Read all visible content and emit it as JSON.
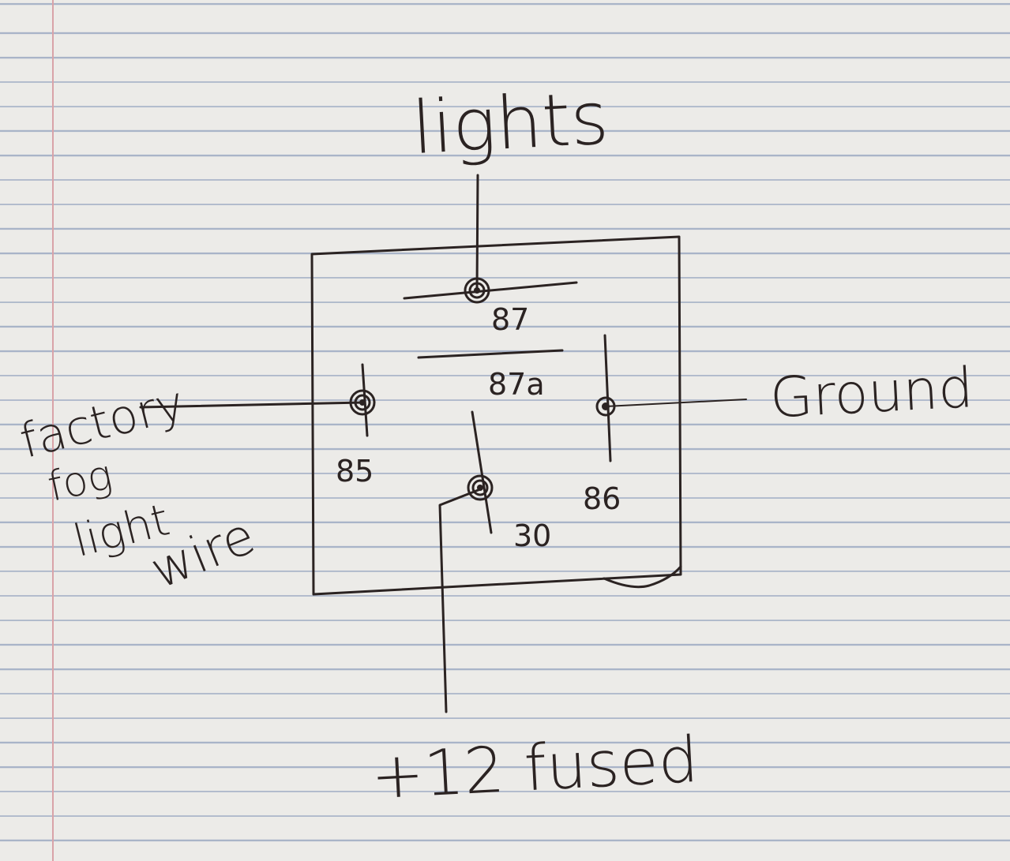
{
  "labels": {
    "lights": "lights",
    "ground": "Ground",
    "fused": "+12 fused",
    "factory_line1": "factory",
    "factory_line2": "fog",
    "factory_line3": "light",
    "factory_line4": "wire"
  },
  "terminals": {
    "t87": "87",
    "t87a": "87a",
    "t85": "85",
    "t86": "86",
    "t30": "30"
  },
  "colors": {
    "paper": "#ecebe8",
    "rule_lines": "#a9b4c8",
    "margin_line": "#d9a3a8",
    "ink": "#2b2322"
  }
}
